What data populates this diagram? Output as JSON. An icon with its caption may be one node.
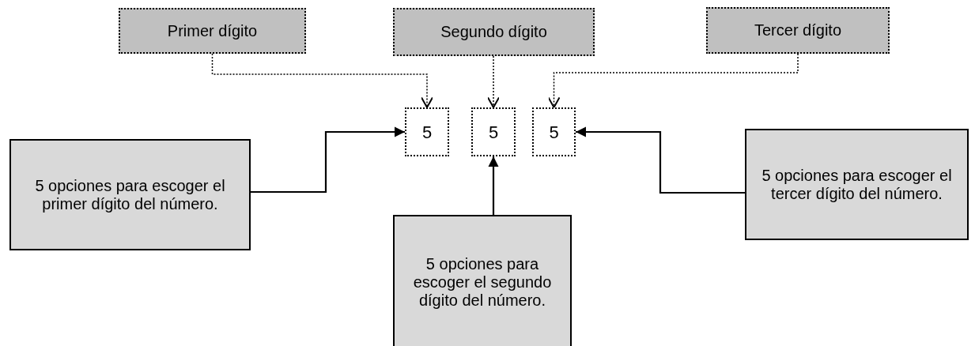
{
  "diagram": {
    "nodes": [
      {
        "text": [
          "Primer dígito"
        ]
      },
      {
        "text": [
          "Segundo dígito"
        ]
      },
      {
        "text": [
          "Tercer dígito"
        ]
      },
      {
        "text": [
          "5"
        ]
      },
      {
        "text": [
          "5"
        ]
      },
      {
        "text": [
          "5"
        ]
      },
      {
        "text": [
          "5 opciones para escoger el primer dígito del número."
        ]
      },
      {
        "text": [
          "5 opciones para escoger el tercer dígito del número."
        ]
      },
      {
        "text": [
          "5 opciones para escoger el segundo dígito del número."
        ]
      }
    ],
    "edges": [
      {
        "from": 0,
        "to": 3,
        "arrow": "to",
        "style": "dashed"
      },
      {
        "from": 1,
        "to": 4,
        "arrow": "to",
        "style": "dashed"
      },
      {
        "from": 2,
        "to": 5,
        "arrow": "to",
        "style": "dashed"
      },
      {
        "from": 6,
        "to": 3,
        "arrow": "to"
      },
      {
        "from": 8,
        "to": 4,
        "arrow": "to"
      },
      {
        "from": 7,
        "to": 5,
        "arrow": "to"
      }
    ]
  }
}
